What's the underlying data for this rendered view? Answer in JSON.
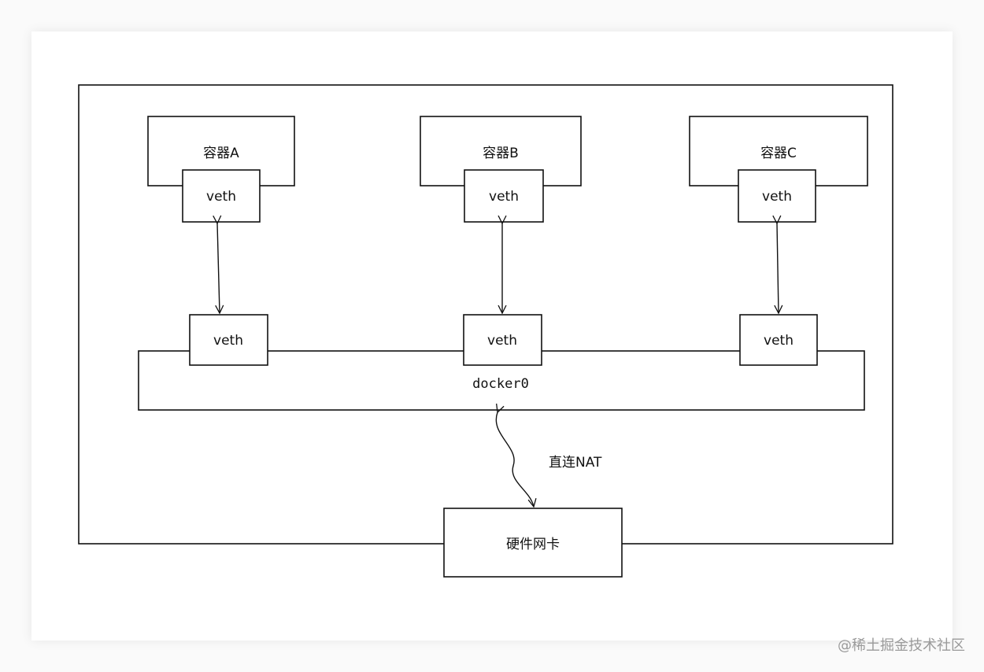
{
  "diagram": {
    "containers": [
      {
        "label": "容器A",
        "veth": "veth"
      },
      {
        "label": "容器B",
        "veth": "veth"
      },
      {
        "label": "容器C",
        "veth": "veth"
      }
    ],
    "bridge": {
      "label": "docker0",
      "veths": [
        "veth",
        "veth",
        "veth"
      ]
    },
    "nat_label": "直连NAT",
    "nic_label": "硬件网卡"
  },
  "watermark": "@稀土掘金技术社区"
}
